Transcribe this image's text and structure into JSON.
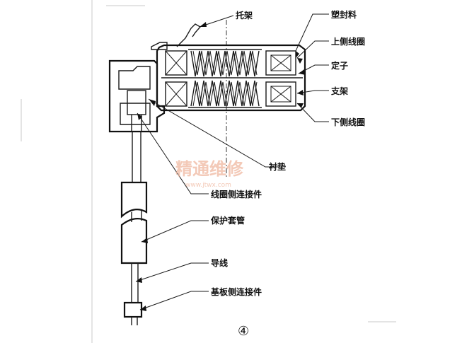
{
  "labels": {
    "tray": "托架",
    "plastic_seal": "塑封料",
    "upper_coil": "上侧线圈",
    "stator": "定子",
    "bracket": "支架",
    "lower_coil": "下侧线圈",
    "spacer": "衬垫",
    "coil_connector": "线圈侧连接件",
    "sleeve": "保护套管",
    "wire": "导线",
    "board_connector": "基板侧连接件"
  },
  "figure_number": "④",
  "watermark": {
    "text": "精通维修",
    "url": "www.jtwx.com"
  }
}
